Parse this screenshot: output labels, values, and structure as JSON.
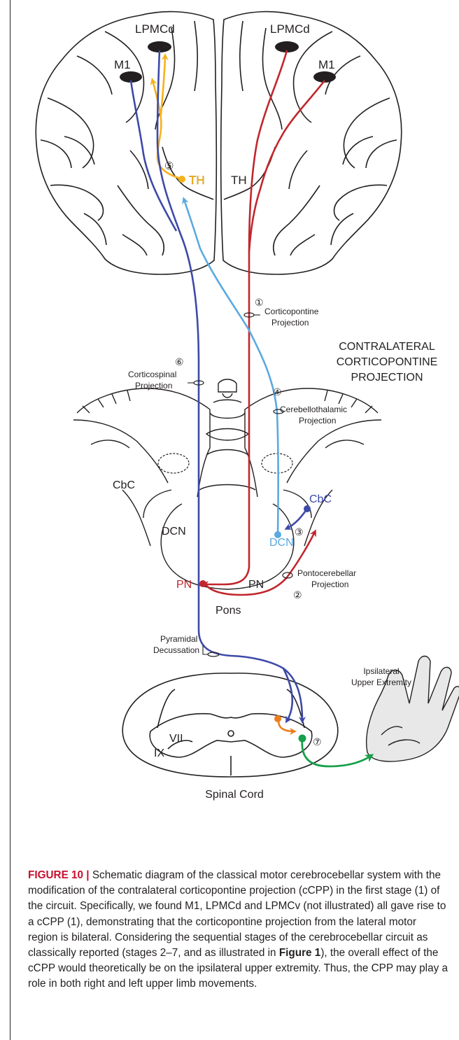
{
  "figure": {
    "labels": {
      "lpmcd_left": "LPMCd",
      "lpmcd_right": "LPMCd",
      "m1_left": "M1",
      "m1_right": "M1",
      "th_left": "TH",
      "th_right": "TH",
      "stage5": "⑤",
      "stage1": "①",
      "stage6": "⑥",
      "stage4": "④",
      "stage3": "③",
      "stage2": "②",
      "stage7": "⑦",
      "corticopontine_1": "Corticopontine",
      "corticopontine_2": "Projection",
      "contralateral_1": "CONTRALATERAL",
      "contralateral_2": "CORTICOPONTINE",
      "contralateral_3": "PROJECTION",
      "corticospinal_1": "Corticospinal",
      "corticospinal_2": "Projection",
      "cerebellothalamic_1": "Cerebellothalamic",
      "cerebellothalamic_2": "Projection",
      "cbc_left": "CbC",
      "cbc_right": "CbC",
      "dcn_left": "DCN",
      "dcn_right": "DCN",
      "pn_left": "PN",
      "pn_right": "PN",
      "pontocerebellar_1": "Pontocerebellar",
      "pontocerebellar_2": "Projection",
      "pons": "Pons",
      "pyramidal_1": "Pyramidal",
      "pyramidal_2": "Decussation",
      "ipsilateral_1": "Ipsilateral",
      "ipsilateral_2": "Upper Extremity",
      "vii": "VII",
      "ix": "IX",
      "spinal_cord": "Spinal Cord"
    },
    "colors": {
      "corticospinal": "#3d4aa8",
      "corticopontine": "#c1272d",
      "cerebellothalamic": "#5aa9e0",
      "thalamocortical": "#f6b21a",
      "interneuron": "#ee7d1f",
      "motor_output": "#16a04a",
      "outline": "#231f20"
    }
  },
  "caption": {
    "label": "FIGURE 10 |",
    "text_1": " Schematic diagram of the classical motor cerebrocebellar system with the modification of the contralateral corticopontine projection (cCPP) in the first stage (1) of the circuit. Specifically, we found M1, LPMCd and LPMCv (not illustrated) all gave rise to a cCPP (1), demonstrating that the corticopontine projection from the lateral motor region is bilateral. Considering the sequential stages of the cerebrocebellar circuit as classically reported (stages 2–7, and as illustrated in ",
    "fig_ref": "Figure 1",
    "text_2": "), the overall effect of the cCPP would theoretically be on the ipsilateral upper extremity. Thus, the CPP may play a role in both right and left upper limb movements."
  }
}
